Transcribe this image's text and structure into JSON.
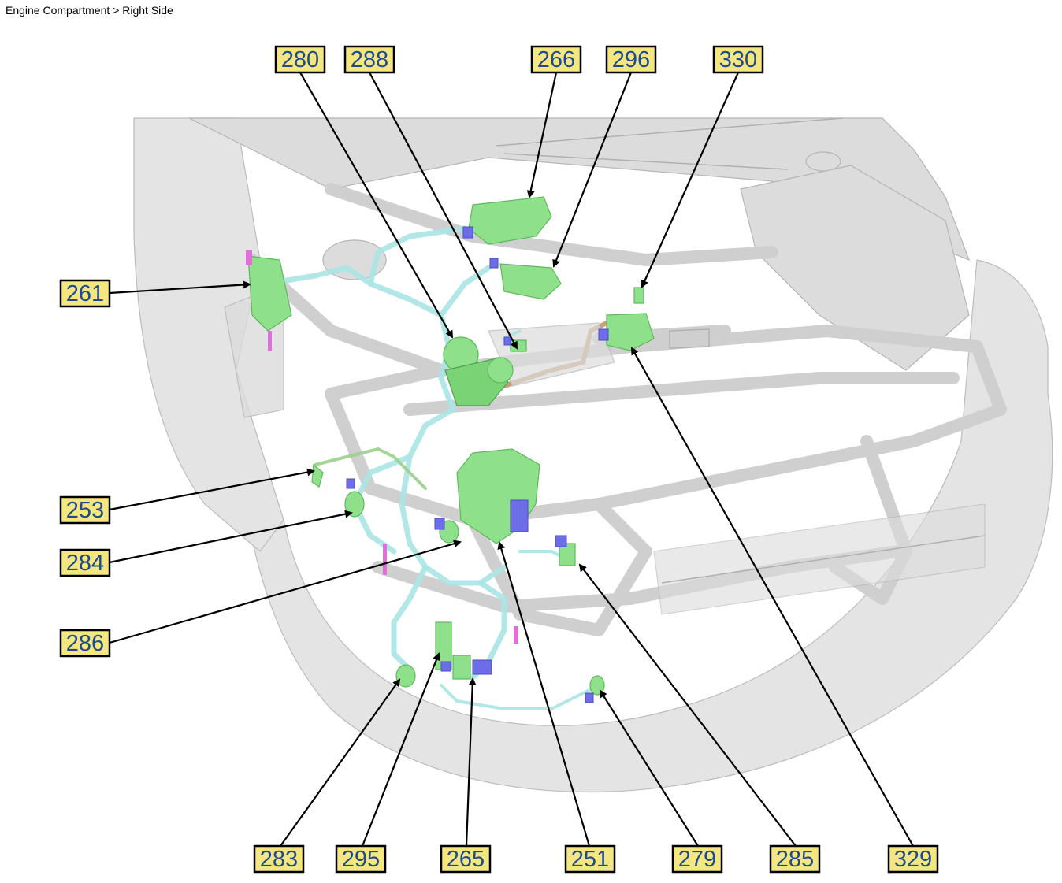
{
  "breadcrumb": "Engine Compartment > Right Side",
  "callouts": [
    {
      "id": "c280",
      "label": "280"
    },
    {
      "id": "c288",
      "label": "288"
    },
    {
      "id": "c266",
      "label": "266"
    },
    {
      "id": "c296",
      "label": "296"
    },
    {
      "id": "c330",
      "label": "330"
    },
    {
      "id": "c261",
      "label": "261"
    },
    {
      "id": "c253",
      "label": "253"
    },
    {
      "id": "c284",
      "label": "284"
    },
    {
      "id": "c286",
      "label": "286"
    },
    {
      "id": "c283",
      "label": "283"
    },
    {
      "id": "c295",
      "label": "295"
    },
    {
      "id": "c265",
      "label": "265"
    },
    {
      "id": "c251",
      "label": "251"
    },
    {
      "id": "c279",
      "label": "279"
    },
    {
      "id": "c285",
      "label": "285"
    },
    {
      "id": "c329",
      "label": "329"
    }
  ],
  "colors": {
    "callout_fill": "#f5e77f",
    "callout_text": "#1e4b8f",
    "component_highlight": "#8fe08a",
    "connector": "#6d6de8",
    "harness": "#a8e6e4"
  }
}
